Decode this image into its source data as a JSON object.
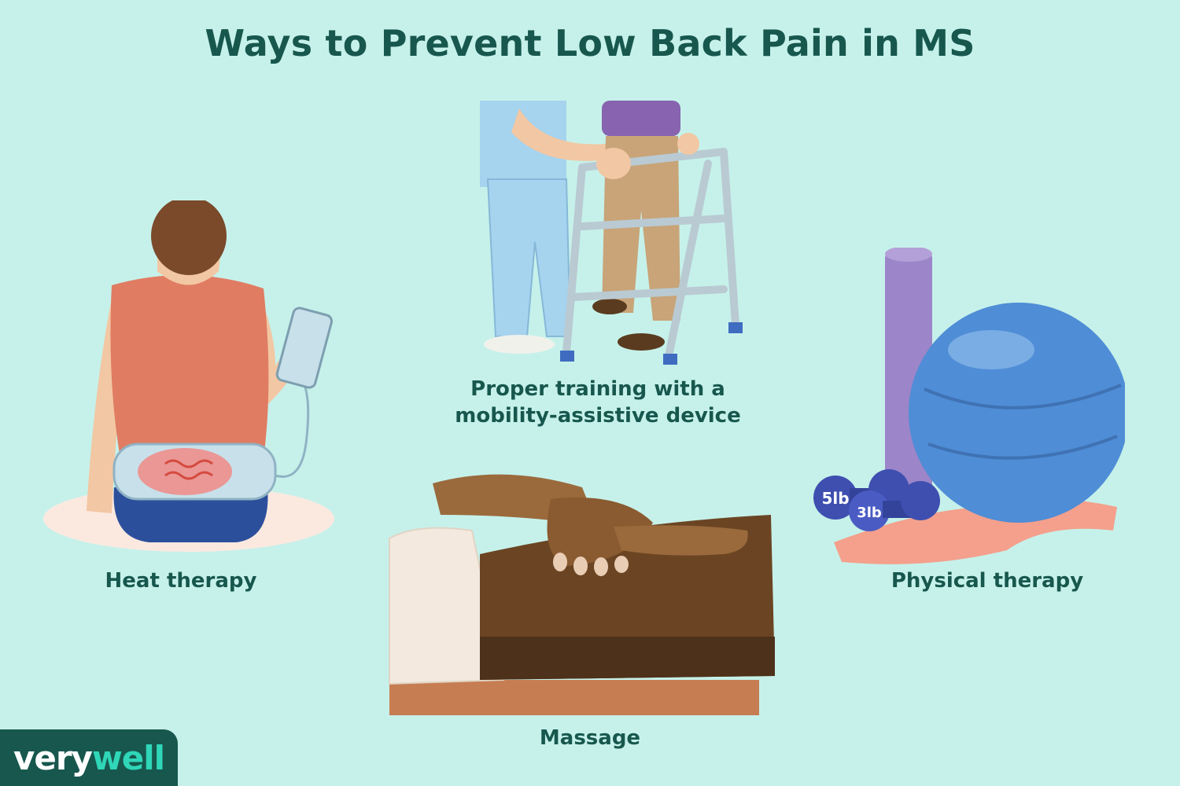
{
  "title": "Ways to Prevent Low Back Pain in MS",
  "items": [
    {
      "label": "Heat therapy",
      "icon": "heat-pad-person-icon"
    },
    {
      "label_line1": "Proper training with a",
      "label_line2": "mobility-assistive device",
      "icon": "walker-icon"
    },
    {
      "label": "Massage",
      "icon": "massage-hands-icon"
    },
    {
      "label": "Physical therapy",
      "icon": "exercise-equipment-icon"
    }
  ],
  "dumbbells": {
    "large": "5lb",
    "small": "3lb"
  },
  "brand": {
    "part1": "very",
    "part2": "well"
  },
  "colors": {
    "background": "#c6f1ea",
    "text": "#17574e",
    "brand_accent": "#2fd6b8"
  }
}
